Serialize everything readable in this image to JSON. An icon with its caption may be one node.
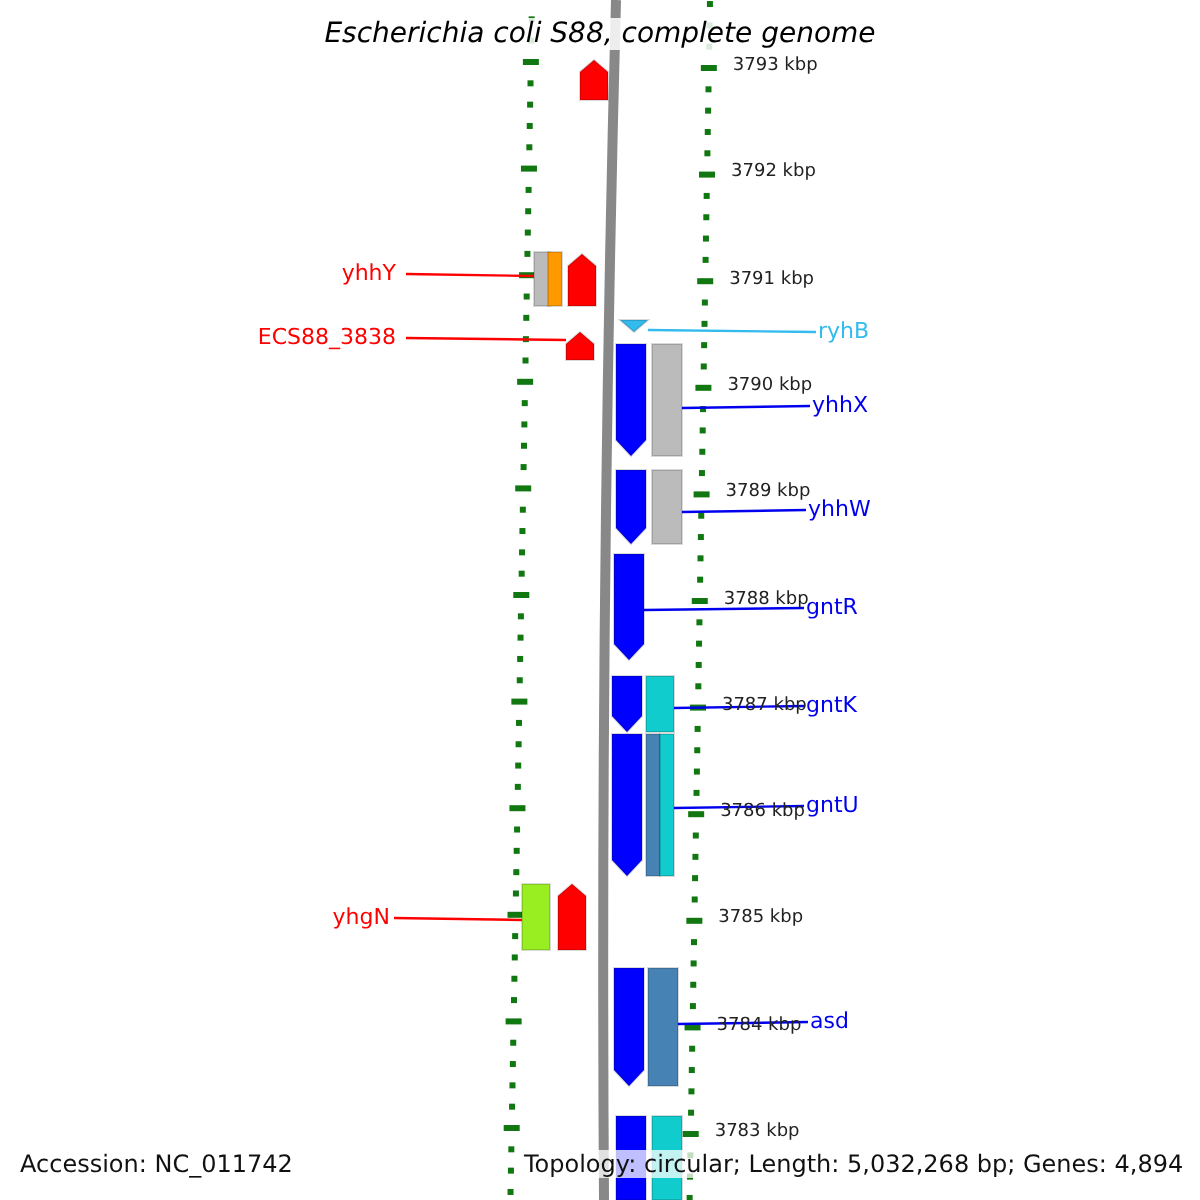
{
  "diagram": {
    "title": "Escherichia coli S88, complete genome",
    "nodes": [
      {
        "text": [
          "yhhY"
        ]
      },
      {
        "text": [
          "ECS88_3838"
        ]
      },
      {
        "text": [
          "ryhB"
        ]
      },
      {
        "text": [
          "yhhX"
        ]
      },
      {
        "text": [
          "yhhW"
        ]
      },
      {
        "text": [
          "gntR"
        ]
      },
      {
        "text": [
          "gntK"
        ]
      },
      {
        "text": [
          "gntU"
        ]
      },
      {
        "text": [
          "yhgN"
        ]
      },
      {
        "text": [
          "asd"
        ]
      },
      {
        "text": [],
        "shape": "arrow"
      },
      {
        "text": [],
        "shape": "box"
      },
      {
        "text": [],
        "shape": "box"
      },
      {
        "text": [],
        "shape": "arrow"
      },
      {
        "text": [],
        "shape": "triangle"
      },
      {
        "text": [],
        "shape": "arrow"
      },
      {
        "text": [],
        "shape": "arrow"
      },
      {
        "text": [],
        "shape": "box"
      },
      {
        "text": [],
        "shape": "arrow"
      },
      {
        "text": [],
        "shape": "box"
      },
      {
        "text": [],
        "shape": "arrow"
      },
      {
        "text": [],
        "shape": "arrow"
      },
      {
        "text": [],
        "shape": "box"
      },
      {
        "text": [],
        "shape": "arrow"
      },
      {
        "text": [],
        "shape": "box"
      },
      {
        "text": [],
        "shape": "box"
      },
      {
        "text": [],
        "shape": "box"
      },
      {
        "text": [],
        "shape": "arrow"
      },
      {
        "text": [],
        "shape": "arrow"
      },
      {
        "text": [],
        "shape": "box"
      },
      {
        "text": [],
        "shape": "box"
      },
      {
        "text": [],
        "shape": "box"
      }
    ],
    "edges": [
      {
        "from": 0,
        "to": 11,
        "arrow": "none",
        "color": "#ff0000"
      },
      {
        "from": 1,
        "to": 15,
        "arrow": "none",
        "color": "#ff0000"
      },
      {
        "from": 2,
        "to": 14,
        "arrow": "none",
        "color": "#33bbee"
      },
      {
        "from": 3,
        "to": 17,
        "arrow": "none"
      },
      {
        "from": 4,
        "to": 19,
        "arrow": "none"
      },
      {
        "from": 5,
        "to": 20,
        "arrow": "none"
      },
      {
        "from": 6,
        "to": 22,
        "arrow": "none"
      },
      {
        "from": 7,
        "to": 25,
        "arrow": "none"
      },
      {
        "from": 8,
        "to": 26,
        "arrow": "none",
        "color": "#ff0000"
      },
      {
        "from": 9,
        "to": 29,
        "arrow": "none"
      }
    ],
    "labels": [
      "3793 kbp",
      "3792 kbp",
      "3791 kbp",
      "3790 kbp",
      "3789 kbp",
      "3788 kbp",
      "3787 kbp",
      "3786 kbp",
      "3785 kbp",
      "3784 kbp",
      "3783 kbp",
      "Accession: NC_011742",
      "Topology: circular; Length: 5,032,268 bp; Genes: 4,894"
    ]
  }
}
